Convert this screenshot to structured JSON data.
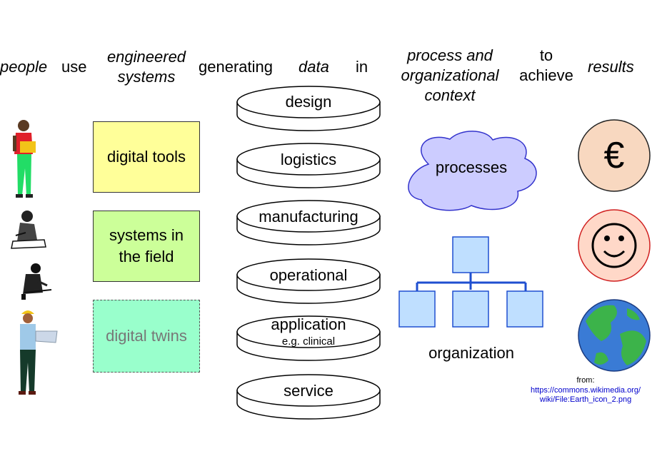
{
  "headers": {
    "people": "people",
    "use": "use",
    "engineered": "engineered",
    "systems": "systems",
    "generating": "generating",
    "data": "data",
    "in": "in",
    "process_and": "process and",
    "organizational": "organizational",
    "context": "context",
    "to": "to",
    "achieve": "achieve",
    "results": "results"
  },
  "tools": [
    {
      "line1": "digital tools",
      "line2": ""
    },
    {
      "line1": "systems in",
      "line2": "the field"
    },
    {
      "line1": "digital twins",
      "line2": ""
    }
  ],
  "disks": [
    {
      "label": "design"
    },
    {
      "label": "logistics"
    },
    {
      "label": "manufacturing"
    },
    {
      "label": "operational"
    },
    {
      "label": "application",
      "sub": "e.g. clinical"
    },
    {
      "label": "service"
    }
  ],
  "context": {
    "processes": "processes",
    "organization": "organization"
  },
  "results": {
    "euro": "€",
    "smiley_icon": "smiley-icon",
    "earth_icon": "earth-icon"
  },
  "source": {
    "from": "from:",
    "url_line1": "https://commons.wikimedia.org/",
    "url_line2": "wiki/File:Earth_icon_2.png"
  },
  "colors": {
    "tool_yellow": "#ffff99",
    "tool_green": "#ccff99",
    "tool_mint": "#99ffcc",
    "cloud_fill": "#ccccff",
    "cloud_stroke": "#3333cc",
    "org_box_fill": "#bfdfff",
    "org_stroke": "#1f4fd0",
    "euro_fill": "#f8d8c0",
    "smiley_fill": "#ffd8c8",
    "link_blue": "#0000cc"
  }
}
